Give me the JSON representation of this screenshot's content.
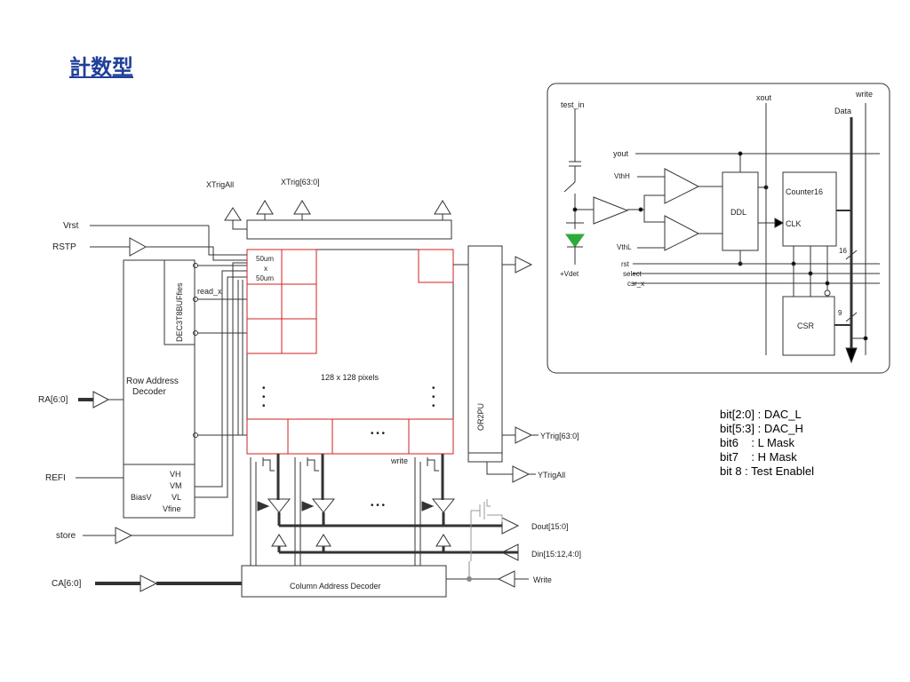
{
  "slide": {
    "title": "計数型"
  },
  "main": {
    "xtrig_all": "XTrigAll",
    "xtrig": "XTrig[63:0]",
    "vrst": "Vrst",
    "rstp": "RSTP",
    "ra": "RA[6:0]",
    "refi": "REFI",
    "store": "store",
    "ca": "CA[6:0]",
    "read_x": "read_x",
    "dec": "DEC3T8BUFfies",
    "row_dec_line1": "Row Address",
    "row_dec_line2": "Decoder",
    "biasv": "BiasV",
    "vh": "VH",
    "vm": "VM",
    "vl": "VL",
    "vfine": "Vfine",
    "pixel_size": [
      "50um",
      "x",
      "50um"
    ],
    "pixel_array": "128 x 128 pixels",
    "or2pu": "OR2PU",
    "ytrig": "YTrig[63:0]",
    "ytrig_all": "YTrigAll",
    "write_small": "write",
    "dout": "Dout[15:0]",
    "din": "Din[15:12,4:0]",
    "write": "Write",
    "col_dec": "Column Address Decoder",
    "dots": "• • •"
  },
  "detail": {
    "test_in": "test_in",
    "xout": "xout",
    "write": "write",
    "data": "Data",
    "yout": "yout",
    "vthh": "VthH",
    "vthl": "VthL",
    "ddl": "DDL",
    "counter": "Counter16",
    "clk": "CLK",
    "rst": "rst",
    "select": "select",
    "csr_x": "csr_x",
    "vdet": "+Vdet",
    "csr": "CSR",
    "bus16": "16",
    "bus9": "9"
  },
  "legend": [
    "bit[2:0] : DAC_L",
    "bit[5:3] : DAC_H",
    "bit6    : L Mask",
    "bit7    : H Mask",
    "bit 8 : Test Enablel"
  ],
  "colors": {
    "title": "#1f3f99",
    "pixel_grid": "#d22222",
    "diode": "#2eaa3a",
    "line": "#333333"
  }
}
